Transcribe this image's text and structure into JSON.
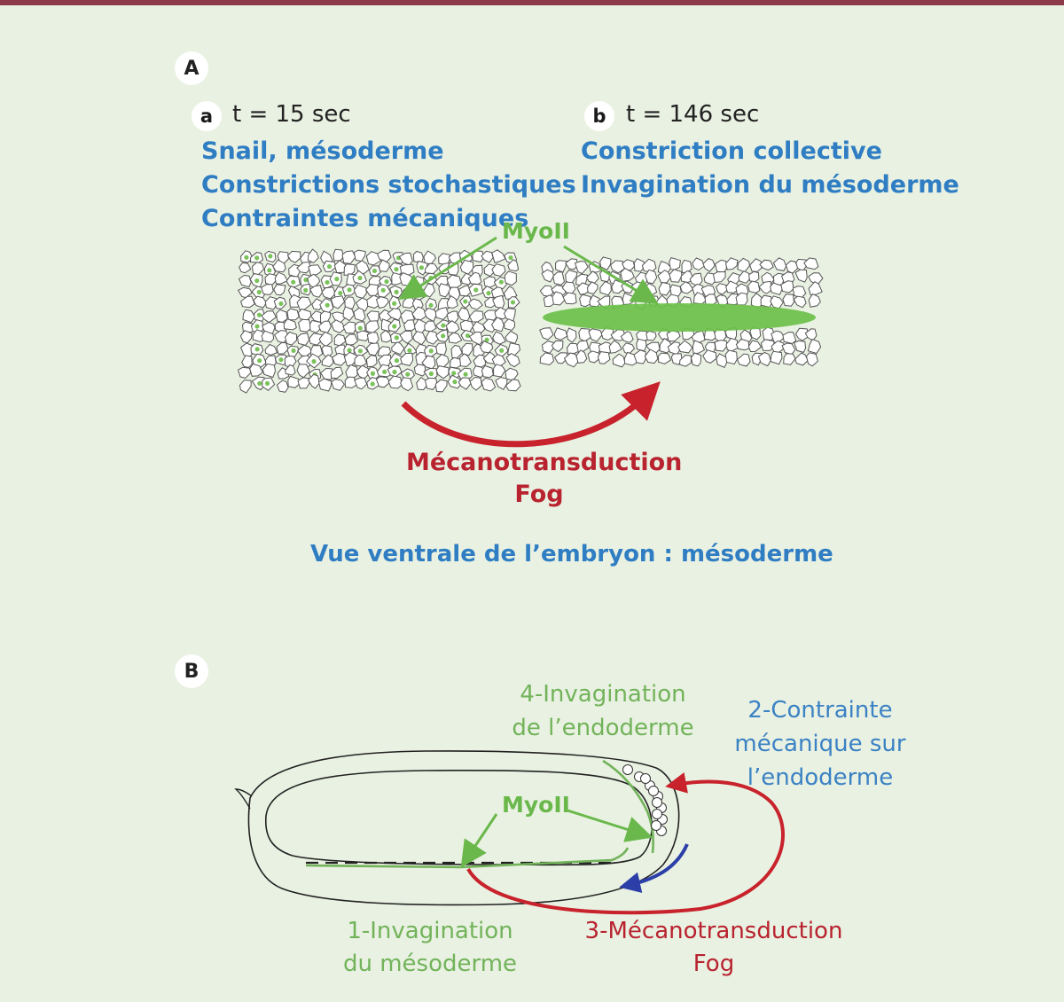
{
  "colors": {
    "frame": "#8c3a4a",
    "blue": "#2f7dc3",
    "green": "#6ab84b",
    "red": "#b8232f",
    "navy": "#2c3fa8"
  },
  "panelA": {
    "letter": "A",
    "a": {
      "letter": "a",
      "time": "t = 15 sec",
      "lines": [
        "Snail, mésoderme",
        "Constrictions stochastiques",
        "Contraintes mécaniques"
      ]
    },
    "b": {
      "letter": "b",
      "time": "t = 146 sec",
      "lines": [
        "Constriction collective",
        "Invagination du mésoderme"
      ]
    },
    "myo_label": "MyoII",
    "arrow_lines": [
      "Mécanotransduction",
      "Fog"
    ],
    "caption": "Vue ventrale de l’embryon : mésoderme"
  },
  "panelB": {
    "letter": "B",
    "label4": [
      "4-Invagination",
      "de l’endoderme"
    ],
    "label2": [
      "2-Contrainte",
      "mécanique sur",
      "l’endoderme"
    ],
    "myo_label": "MyoII",
    "label1": [
      "1-Invagination",
      "du mésoderme"
    ],
    "label3": [
      "3-Mécanotransduction",
      "Fog"
    ]
  }
}
